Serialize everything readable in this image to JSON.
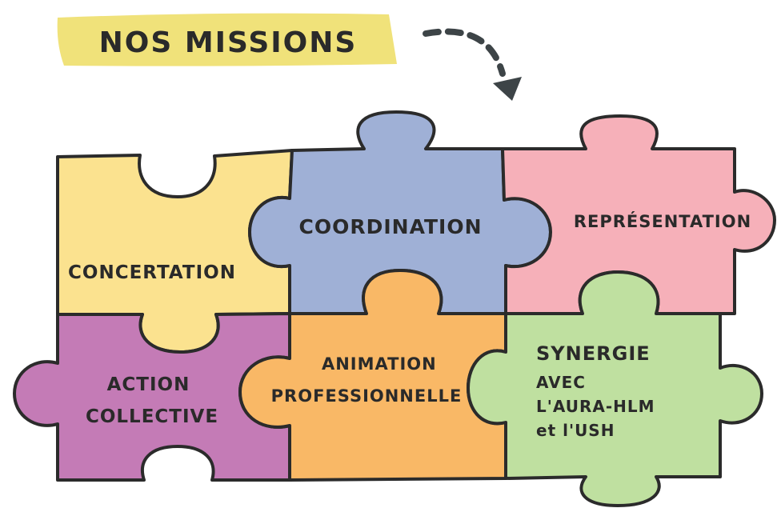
{
  "title": "NOS MISSIONS",
  "colors": {
    "banner": "#f0e27a",
    "arrow": "#3d4447",
    "outline": "#2b2b2b",
    "concertation": "#fbe28f",
    "coordination": "#9fb0d6",
    "representation": "#f6b0b9",
    "action_collective": "#c47bb6",
    "animation_professionnelle": "#f9b866",
    "synergie": "#bfe0a0"
  },
  "pieces": [
    {
      "id": "concertation",
      "lines": [
        "CONCERTATION"
      ]
    },
    {
      "id": "coordination",
      "lines": [
        "COORDINATION"
      ]
    },
    {
      "id": "representation",
      "lines": [
        "REPRÉSENTATION"
      ]
    },
    {
      "id": "action-collective",
      "lines": [
        "ACTION",
        "COLLECTIVE"
      ]
    },
    {
      "id": "animation-professionnelle",
      "lines": [
        "ANIMATION",
        "PROFESSIONNELLE"
      ]
    },
    {
      "id": "synergie",
      "lines": [
        "SYNERGIE",
        "AVEC",
        "L'AURA-HLM",
        "et l'USH"
      ]
    }
  ]
}
